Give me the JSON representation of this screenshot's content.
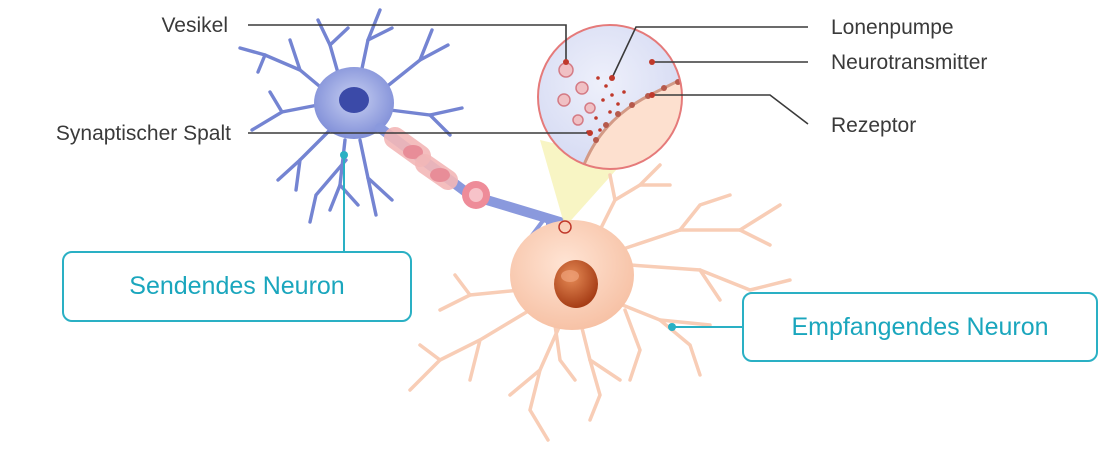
{
  "labels": {
    "vesikel": "Vesikel",
    "synaptic_cleft": "Synaptischer Spalt",
    "ion_pump": "Lonenpumpe",
    "neurotransmitter": "Neurotransmitter",
    "receptor": "Rezeptor"
  },
  "boxes": {
    "sending_neuron": "Sendendes Neuron",
    "receiving_neuron": "Empfangendes Neuron"
  },
  "colors": {
    "sending_neuron": "#7d8fd6",
    "receiving_neuron": "#f8c9b0",
    "accent": "#2ab0c4",
    "leader_line": "#3a3a3a"
  }
}
